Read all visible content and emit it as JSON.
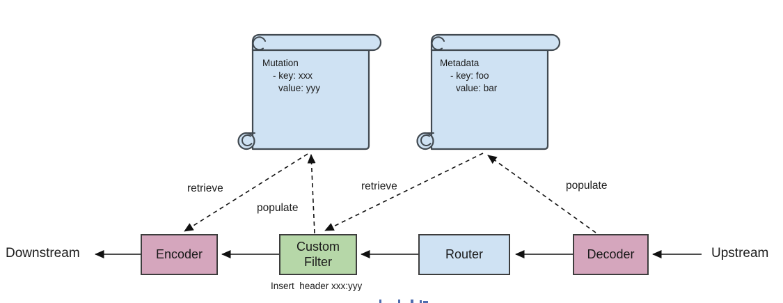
{
  "diagram": {
    "endpoints": {
      "downstream": "Downstream",
      "upstream": "Upstream"
    },
    "nodes": {
      "encoder": {
        "label": "Encoder",
        "fill": "#d5a6bd"
      },
      "custom_filter": {
        "label": "Custom Filter",
        "fill": "#b6d7a8"
      },
      "router": {
        "label": "Router",
        "fill": "#cfe2f3"
      },
      "decoder": {
        "label": "Decoder",
        "fill": "#d5a6bd"
      }
    },
    "notes": {
      "mutation": {
        "title": "Mutation",
        "key_line": "- key: xxx",
        "value_line": "value: yyy",
        "fill": "#cfe2f3"
      },
      "metadata": {
        "title": "Metadata",
        "key_line": "- key: foo",
        "value_line": "value: bar",
        "fill": "#cfe2f3"
      }
    },
    "edge_labels": {
      "retrieve_left": "retrieve",
      "populate_left": "populate",
      "retrieve_right": "retrieve",
      "populate_right": "populate"
    },
    "annotation": "Insert  header xxx:yyy",
    "colors": {
      "line": "#111111",
      "node_border": "#3d3d3d",
      "note_border": "#414950",
      "text": "#1a1a1a"
    }
  }
}
